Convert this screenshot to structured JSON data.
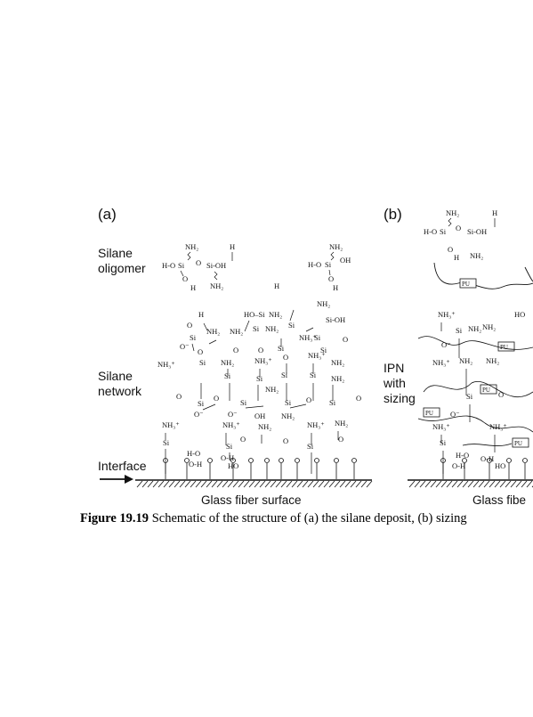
{
  "panel_a": {
    "tag": "(a)",
    "label_oligomer": [
      "Silane",
      "oligomer"
    ],
    "label_network": [
      "Silane",
      "network"
    ],
    "label_interface": "Interface",
    "surface": "Glass fiber surface"
  },
  "panel_b": {
    "tag": "(b)",
    "label_ipn": [
      "IPN",
      "with",
      "sizing"
    ],
    "pu_tag": "PU",
    "surface": "Glass fibe"
  },
  "chem": {
    "nh2": "NH₂",
    "nh3": "NH₃⁺",
    "h": "H",
    "si": "Si",
    "o": "O",
    "oh": "OH",
    "ho_si": "HO–Si",
    "h_o_si": "H-O",
    "si_oh": "Si-OH",
    "o_minus": "O⁻",
    "h_o": "H-O",
    "o_h": "O-H",
    "ho": "HO"
  },
  "caption": {
    "figure": "Figure 19.19",
    "text": " Schematic of the structure of (a) the silane deposit, (b) sizing"
  }
}
